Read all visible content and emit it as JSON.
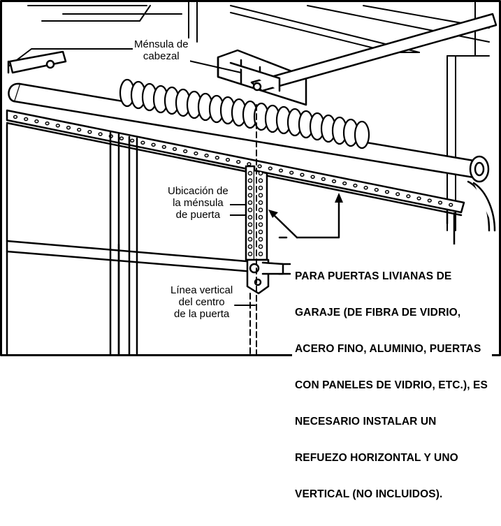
{
  "labels": {
    "header_bracket": [
      "Ménsula de",
      "cabezal"
    ],
    "door_bracket": [
      "Ubicación de",
      "la ménsula",
      "de puerta"
    ],
    "vertical_line": [
      "Línea vertical",
      "del centro",
      "de la puerta"
    ]
  },
  "warning": [
    "PARA PUERTAS LIVIANAS DE",
    "GARAJE (DE FIBRA DE VIDRIO,",
    "ACERO FINO, ALUMINIO, PUERTAS",
    "CON PANELES DE VIDRIO, ETC.), ES",
    "NECESARIO INSTALAR UN",
    "REFUEZO HORIZONTAL Y UNO",
    "VERTICAL (NO INCLUIDOS)."
  ],
  "colors": {
    "ink": "#000000",
    "paper": "#ffffff"
  }
}
